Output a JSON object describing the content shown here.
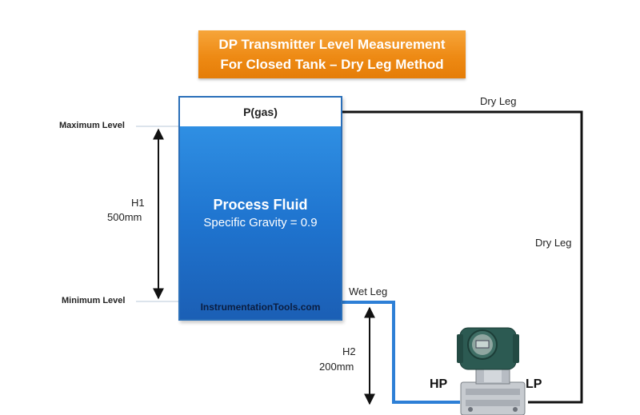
{
  "title": {
    "line1": "DP Transmitter Level Measurement",
    "line2": "For Closed Tank – Dry Leg Method"
  },
  "tank": {
    "gas_label": "P(gas)",
    "fluid_name": "Process Fluid",
    "specific_gravity": "Specific Gravity = 0.9",
    "watermark": "InstrumentationTools.com"
  },
  "levels": {
    "max": "Maximum Level",
    "min": "Minimum Level"
  },
  "h1": {
    "name": "H1",
    "value": "500mm"
  },
  "h2": {
    "name": "H2",
    "value": "200mm"
  },
  "legs": {
    "dry_top": "Dry Leg",
    "dry_right": "Dry Leg",
    "wet": "Wet Leg"
  },
  "transmitter": {
    "hp": "HP",
    "lp": "LP"
  },
  "colors": {
    "title_bg": "#ee8a14",
    "fluid": "#1f74cf",
    "wet_leg": "#2d7fd6",
    "dry_leg": "#111111"
  }
}
